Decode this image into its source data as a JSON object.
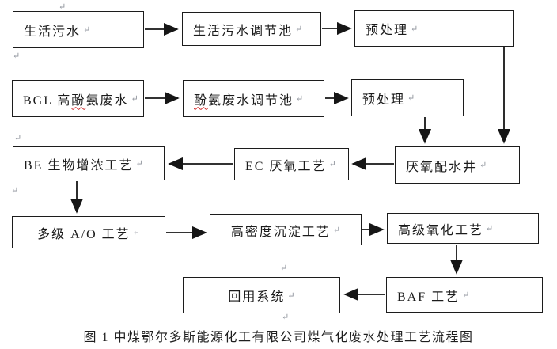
{
  "figure": {
    "caption": "图 1  中煤鄂尔多斯能源化工有限公司煤气化废水处理工艺流程图",
    "return_mark": "↵",
    "colors": {
      "background": "#ffffff",
      "box_border": "#1c1c1c",
      "arrow": "#161616",
      "spellcheck_underline": "#cc2222",
      "format_mark": "#8d929b"
    },
    "nodes": [
      {
        "id": "domestic-sewage",
        "label": "生活污水"
      },
      {
        "id": "domestic-sewage-regulating-tank",
        "label": "生活污水调节池"
      },
      {
        "id": "pretreatment-1",
        "label": "预处理"
      },
      {
        "id": "bgl-high-phenol-ammonia-wastewater",
        "label": "BGL 高酚氨废水",
        "label_pre": "BGL 高",
        "label_marked": "酚",
        "label_post": "氨废水"
      },
      {
        "id": "phenol-ammonia-wastewater-regulating-tank",
        "label": "酚氨废水调节池",
        "label_pre": "",
        "label_marked": "酚",
        "label_post": "氨废水调节池"
      },
      {
        "id": "pretreatment-2",
        "label": "预处理"
      },
      {
        "id": "be-biological-enrichment-process",
        "label": "BE 生物增浓工艺"
      },
      {
        "id": "ec-anaerobic-process",
        "label": "EC 厌氧工艺"
      },
      {
        "id": "anaerobic-water-distribution-well",
        "label": "厌氧配水井"
      },
      {
        "id": "multistage-ao-process",
        "label": "多级 A/O 工艺"
      },
      {
        "id": "high-density-sedimentation-process",
        "label": "高密度沉淀工艺"
      },
      {
        "id": "advanced-oxidation-process",
        "label": "高级氧化工艺"
      },
      {
        "id": "reuse-system",
        "label": "回用系统"
      },
      {
        "id": "baf-process",
        "label": "BAF 工艺"
      }
    ],
    "edges": [
      {
        "from": "domestic-sewage",
        "to": "domestic-sewage-regulating-tank"
      },
      {
        "from": "domestic-sewage-regulating-tank",
        "to": "pretreatment-1"
      },
      {
        "from": "pretreatment-1",
        "to": "anaerobic-water-distribution-well"
      },
      {
        "from": "bgl-high-phenol-ammonia-wastewater",
        "to": "phenol-ammonia-wastewater-regulating-tank"
      },
      {
        "from": "phenol-ammonia-wastewater-regulating-tank",
        "to": "pretreatment-2"
      },
      {
        "from": "pretreatment-2",
        "to": "anaerobic-water-distribution-well"
      },
      {
        "from": "anaerobic-water-distribution-well",
        "to": "ec-anaerobic-process"
      },
      {
        "from": "ec-anaerobic-process",
        "to": "be-biological-enrichment-process"
      },
      {
        "from": "be-biological-enrichment-process",
        "to": "multistage-ao-process"
      },
      {
        "from": "multistage-ao-process",
        "to": "high-density-sedimentation-process"
      },
      {
        "from": "high-density-sedimentation-process",
        "to": "advanced-oxidation-process"
      },
      {
        "from": "advanced-oxidation-process",
        "to": "baf-process"
      },
      {
        "from": "baf-process",
        "to": "reuse-system"
      }
    ]
  }
}
